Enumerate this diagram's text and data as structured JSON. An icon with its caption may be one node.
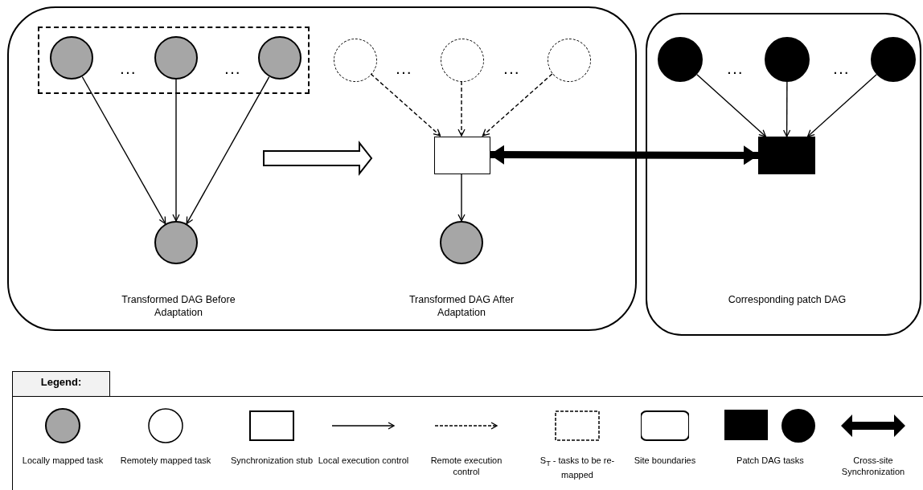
{
  "diagram": {
    "nodes": [
      {
        "text": [],
        "shape": "box"
      },
      {
        "text": [],
        "shape": "box",
        "in": 0
      },
      {
        "text": [],
        "shape": "circle",
        "in": 1
      },
      {
        "text": [],
        "shape": "circle",
        "in": 1
      },
      {
        "text": [],
        "shape": "circle",
        "in": 1
      },
      {
        "text": [],
        "shape": "circle",
        "in": 0
      },
      {
        "text": [],
        "shape": "circle",
        "in": 0
      },
      {
        "text": [],
        "shape": "circle",
        "in": 0
      },
      {
        "text": [],
        "shape": "circle",
        "in": 0
      },
      {
        "text": [],
        "shape": "box",
        "in": 0
      },
      {
        "text": [],
        "shape": "circle",
        "in": 0
      },
      {
        "text": [],
        "shape": "box"
      },
      {
        "text": [],
        "shape": "circle",
        "in": 11
      },
      {
        "text": [],
        "shape": "circle",
        "in": 11
      },
      {
        "text": [],
        "shape": "circle",
        "in": 11
      },
      {
        "text": [],
        "shape": "box",
        "in": 11
      }
    ],
    "edges": [
      {
        "from": 2,
        "to": 5,
        "arrow": "to"
      },
      {
        "from": 3,
        "to": 5,
        "arrow": "to"
      },
      {
        "from": 4,
        "to": 5,
        "arrow": "to"
      },
      {
        "from": 6,
        "to": 9,
        "arrow": "to",
        "style": "dashed"
      },
      {
        "from": 7,
        "to": 9,
        "arrow": "to",
        "style": "dashed"
      },
      {
        "from": 8,
        "to": 9,
        "arrow": "to",
        "style": "dashed"
      },
      {
        "from": 9,
        "to": 10,
        "arrow": "to"
      },
      {
        "from": 9,
        "to": 15,
        "arrow": "both",
        "style": "thick"
      },
      {
        "from": 12,
        "to": 15,
        "arrow": "to"
      },
      {
        "from": 13,
        "to": 15,
        "arrow": "to"
      },
      {
        "from": 14,
        "to": 15,
        "arrow": "to"
      }
    ],
    "labels": [
      "...",
      "...",
      "...",
      "...",
      "...",
      "...",
      "Transformed DAG Before Adaptation",
      "Transformed DAG After Adaptation",
      "Corresponding patch DAG",
      "Legend:"
    ],
    "legend": [
      {
        "text": "Locally mapped task"
      },
      {
        "text": "Remotely mapped task"
      },
      {
        "text": "Synchronization stub"
      },
      {
        "text": "Local execution control"
      },
      {
        "text": "Remote execution control"
      },
      {
        "text": "S$_{T}$ - tasks to be re-mapped"
      },
      {
        "text": "Site boundaries"
      },
      {
        "text": "Patch DAG tasks"
      },
      {
        "text": "Cross-site Synchronization"
      }
    ]
  }
}
